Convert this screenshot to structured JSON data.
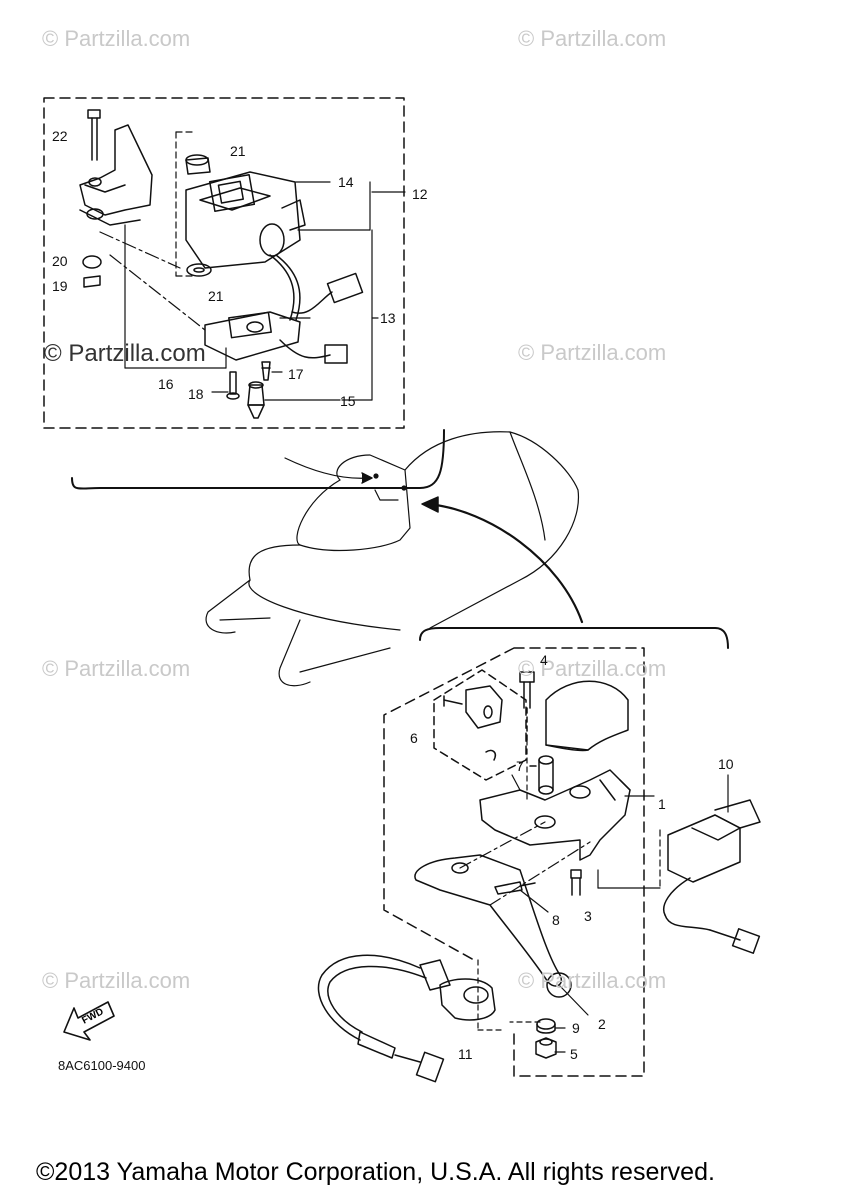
{
  "watermark_text": "© Partzilla.com",
  "diagram_code": "8AC6100-9400",
  "direction_label": "FWD",
  "copyright": "©2013 Yamaha Motor Corporation, U.S.A. All rights reserved.",
  "callouts": {
    "c1": "1",
    "c2": "2",
    "c3": "3",
    "c4": "4",
    "c5": "5",
    "c6": "6",
    "c7": "7",
    "c8": "8",
    "c9": "9",
    "c10": "10",
    "c11": "11",
    "c12": "12",
    "c13": "13",
    "c14": "14",
    "c15": "15",
    "c16": "16",
    "c17": "17",
    "c18": "18",
    "c19": "19",
    "c20": "20",
    "c21a": "21",
    "c21b": "21",
    "c22": "22"
  }
}
